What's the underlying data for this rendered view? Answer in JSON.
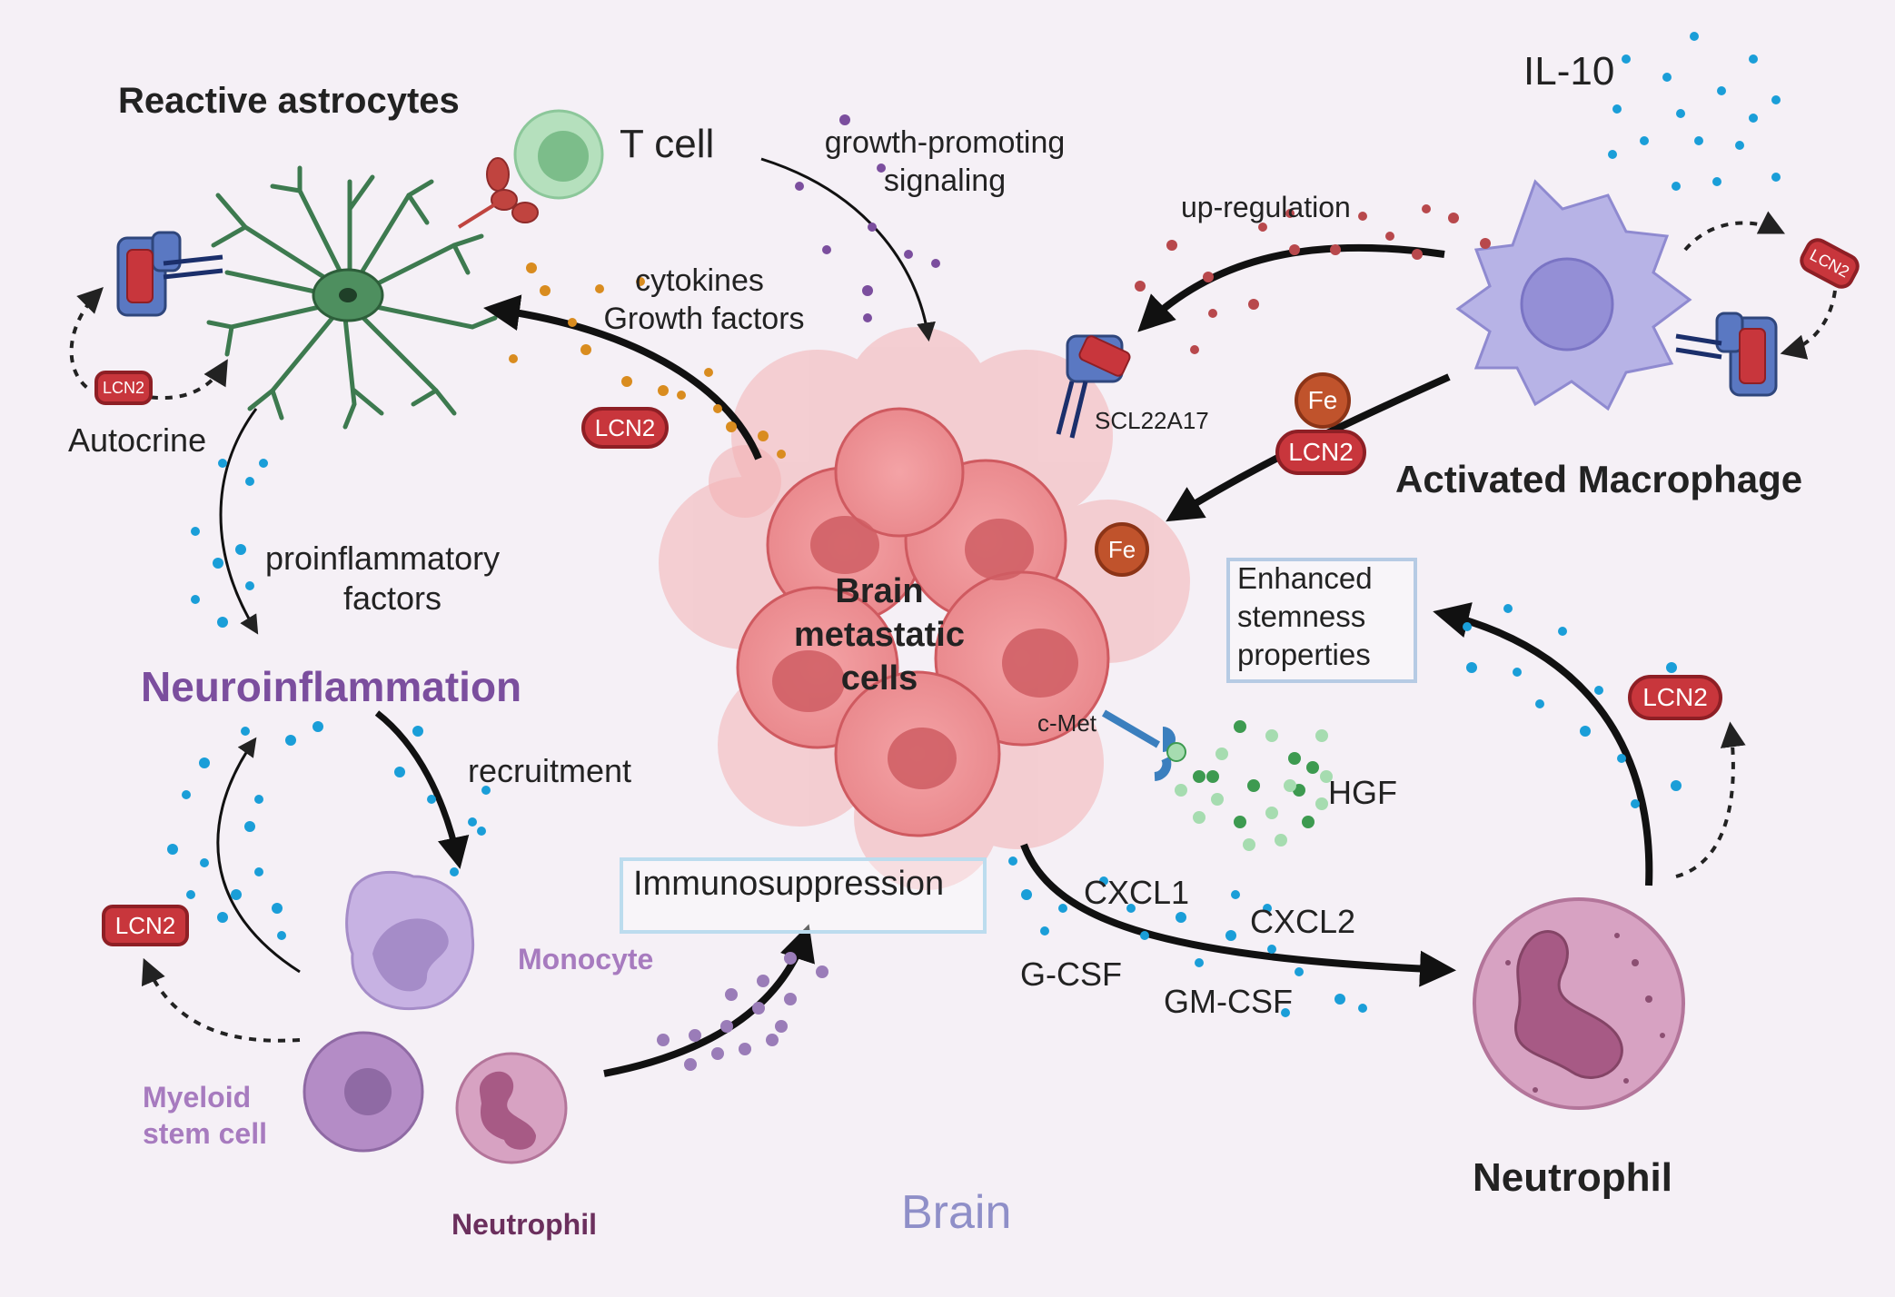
{
  "colors": {
    "background": "#f5f0f6",
    "astrocyte": "#3d7a4f",
    "tcell": "#8cc79a",
    "macrophage": "#b7b3e6",
    "tumor": "#e8787c",
    "neutrophil": "#c27aa3",
    "monocyte": "#c7b2e3",
    "stem_cell": "#b48cc6",
    "lcn2": "#c8363c",
    "fe": "#c0532c",
    "receptor": "#5a78c2",
    "cytokine_dot": "#1a9ed8",
    "growth_dot": "#d98c1f",
    "hgf_dot": "#3d9a50",
    "accent_purple": "#7b4e9e"
  },
  "labels": {
    "reactive_astrocytes": "Reactive astrocytes",
    "t_cell": "T cell",
    "growth_promoting": [
      "growth-promoting",
      "signaling"
    ],
    "il10": "IL-10",
    "up_regulation": "up-regulation",
    "cytokines": [
      "cytokines",
      "Growth factors"
    ],
    "autocrine": "Autocrine",
    "scl22a17": "SCL22A17",
    "activated_macrophage": "Activated Macrophage",
    "proinflammatory": [
      "proinflammatory",
      "factors"
    ],
    "brain_metastatic": [
      "Brain",
      "metastatic",
      "cells"
    ],
    "enhanced_stemness": [
      "Enhanced",
      "stemness",
      "properties"
    ],
    "neuroinflammation": "Neuroinflammation",
    "recruitment": "recruitment",
    "c_met": "c-Met",
    "hgf": "HGF",
    "immunosuppression": "Immunosuppression",
    "cxcl1": "CXCL1",
    "cxcl2": "CXCL2",
    "g_csf": "G-CSF",
    "gm_csf": "GM-CSF",
    "monocyte": "Monocyte",
    "myeloid_stem_cell": [
      "Myeloid",
      "stem cell"
    ],
    "neutrophil_small": "Neutrophil",
    "neutrophil_large": "Neutrophil",
    "brain": "Brain"
  },
  "badges": {
    "lcn2": "LCN2",
    "fe": "Fe"
  }
}
